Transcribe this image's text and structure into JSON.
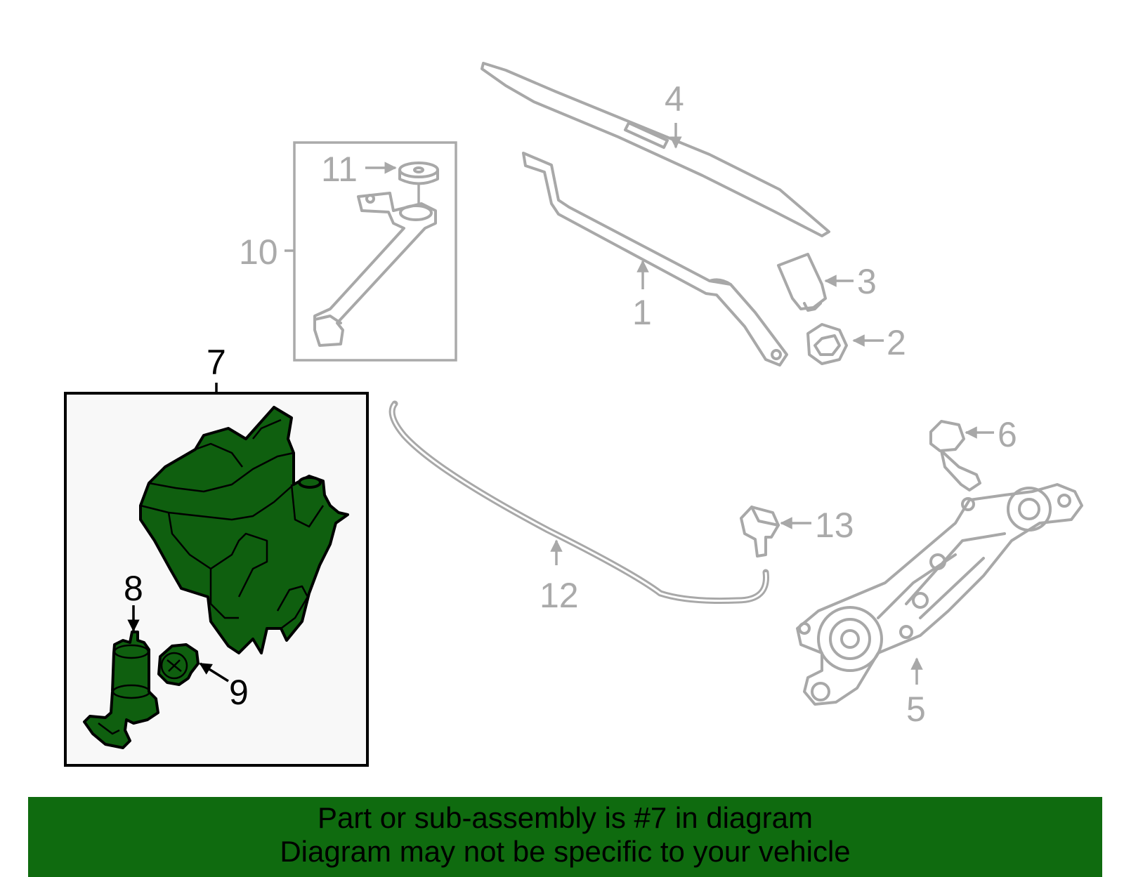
{
  "diagram": {
    "callouts": {
      "c1": "1",
      "c2": "2",
      "c3": "3",
      "c4": "4",
      "c5": "5",
      "c6": "6",
      "c7": "7",
      "c8": "8",
      "c9": "9",
      "c10": "10",
      "c11": "11",
      "c12": "12",
      "c13": "13"
    },
    "highlighted_part": "7",
    "colors": {
      "highlight_part": "#0f5f0f",
      "other_parts": "#a8a8a8",
      "footer_bg": "#0f6b0f",
      "highlight_box_bg": "#f8f8f8"
    }
  },
  "footer": {
    "line1": "Part or sub-assembly is #7 in diagram",
    "line2": "Diagram may not be specific to your vehicle"
  }
}
